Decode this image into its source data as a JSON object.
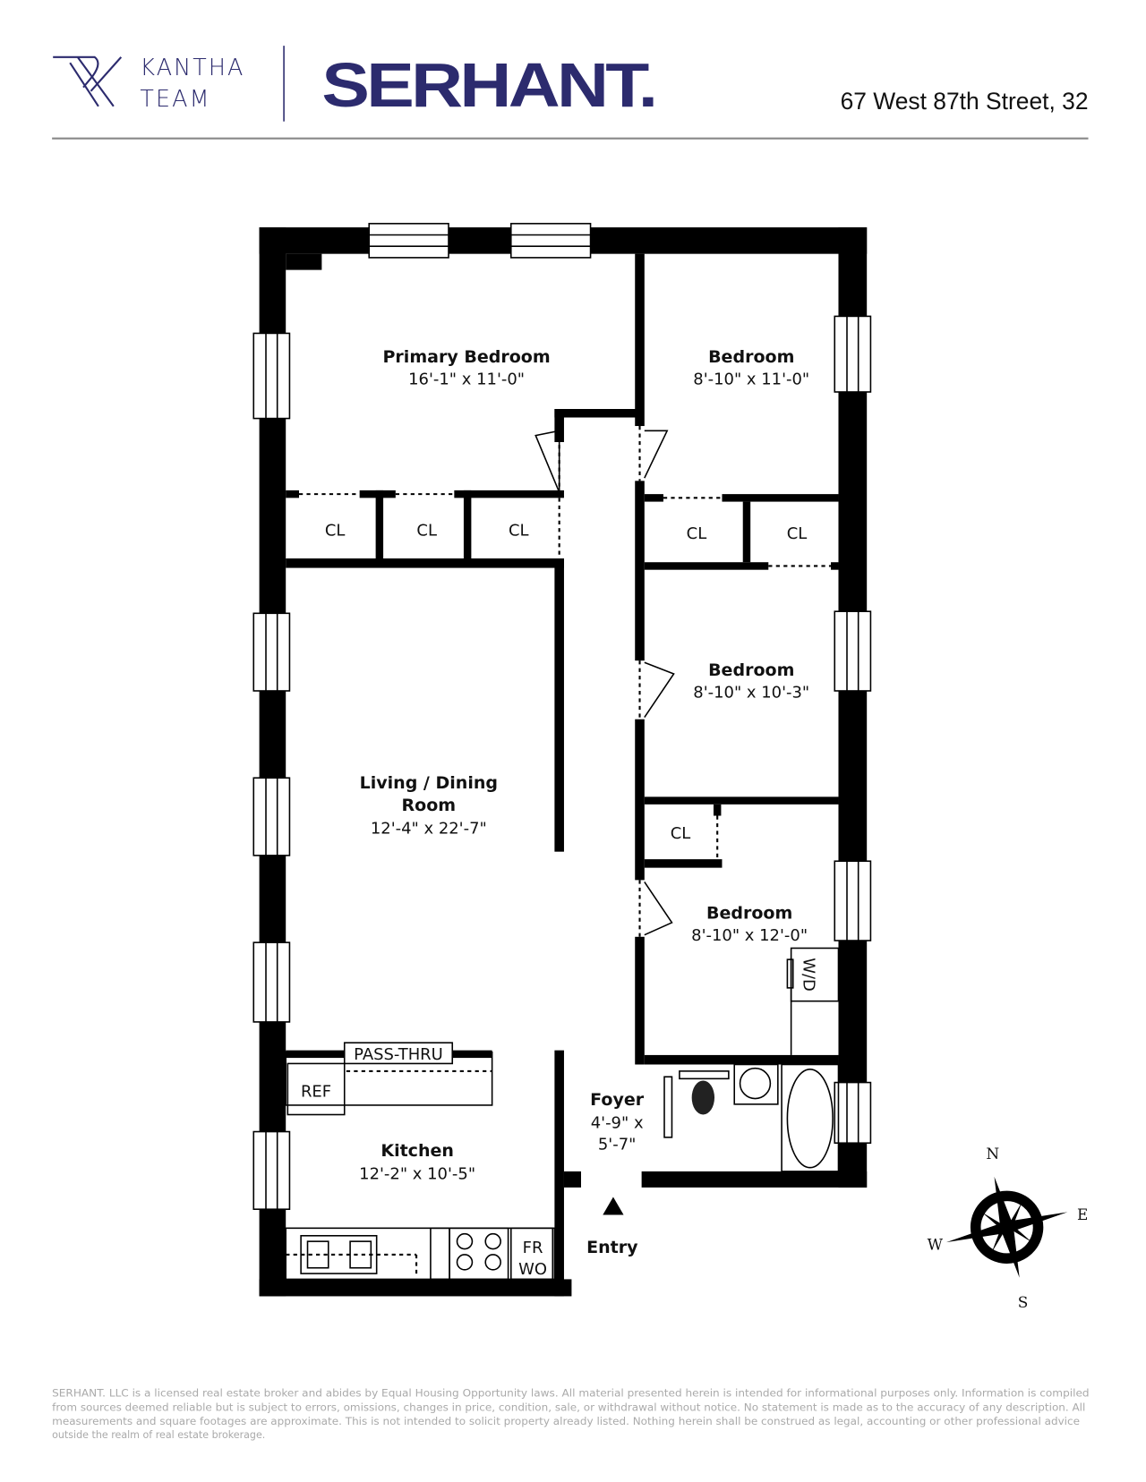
{
  "header": {
    "team_logo_line1": "KANTHA",
    "team_logo_line2": "TEAM",
    "team_monogram": "RK",
    "brand": "SERHANT.",
    "address": "67 West 87th Street, 32",
    "brand_color": "#2c2b6e"
  },
  "rooms": [
    {
      "name": "Primary Bedroom",
      "dims": "16'-1\" x 11'-0\""
    },
    {
      "name": "Bedroom",
      "dims": "8'-10\" x 11'-0\""
    },
    {
      "name": "Bedroom",
      "dims": "8'-10\" x 10'-3\""
    },
    {
      "name": "Living / Dining",
      "name2": "Room",
      "dims": "12'-4\" x 22'-7\""
    },
    {
      "name": "Bedroom",
      "dims": "8'-10\" x 12'-0\""
    },
    {
      "name": "Kitchen",
      "dims": "12'-2\" x 10'-5\""
    },
    {
      "name": "Foyer",
      "dims": "4'-9\" x",
      "dims2": "5'-7\""
    }
  ],
  "labels": {
    "closet": "CL",
    "washer_dryer": "W/D",
    "pass_thru": "PASS-THRU",
    "refrigerator": "REF",
    "fr": "FR",
    "wo": "WO",
    "entry": "Entry"
  },
  "compass": {
    "n": "N",
    "e": "E",
    "s": "S",
    "w": "W"
  },
  "disclaimer": [
    "SERHANT. LLC is a licensed real estate broker and abides by Equal Housing Opportunity laws. All material presented herein is intended for informational purposes only. Information is compiled",
    "from sources deemed  reliable but is subject to errors, omissions, changes in price, condition, sale, or withdrawal without notice. No statement is made as to the accuracy of any description. All",
    "measurements and square footages are approximate. This is not intended to solicit property already listed. Nothing herein shall be construed as legal, accounting or other professional advice",
    "outside the realm of real estate brokerage."
  ]
}
